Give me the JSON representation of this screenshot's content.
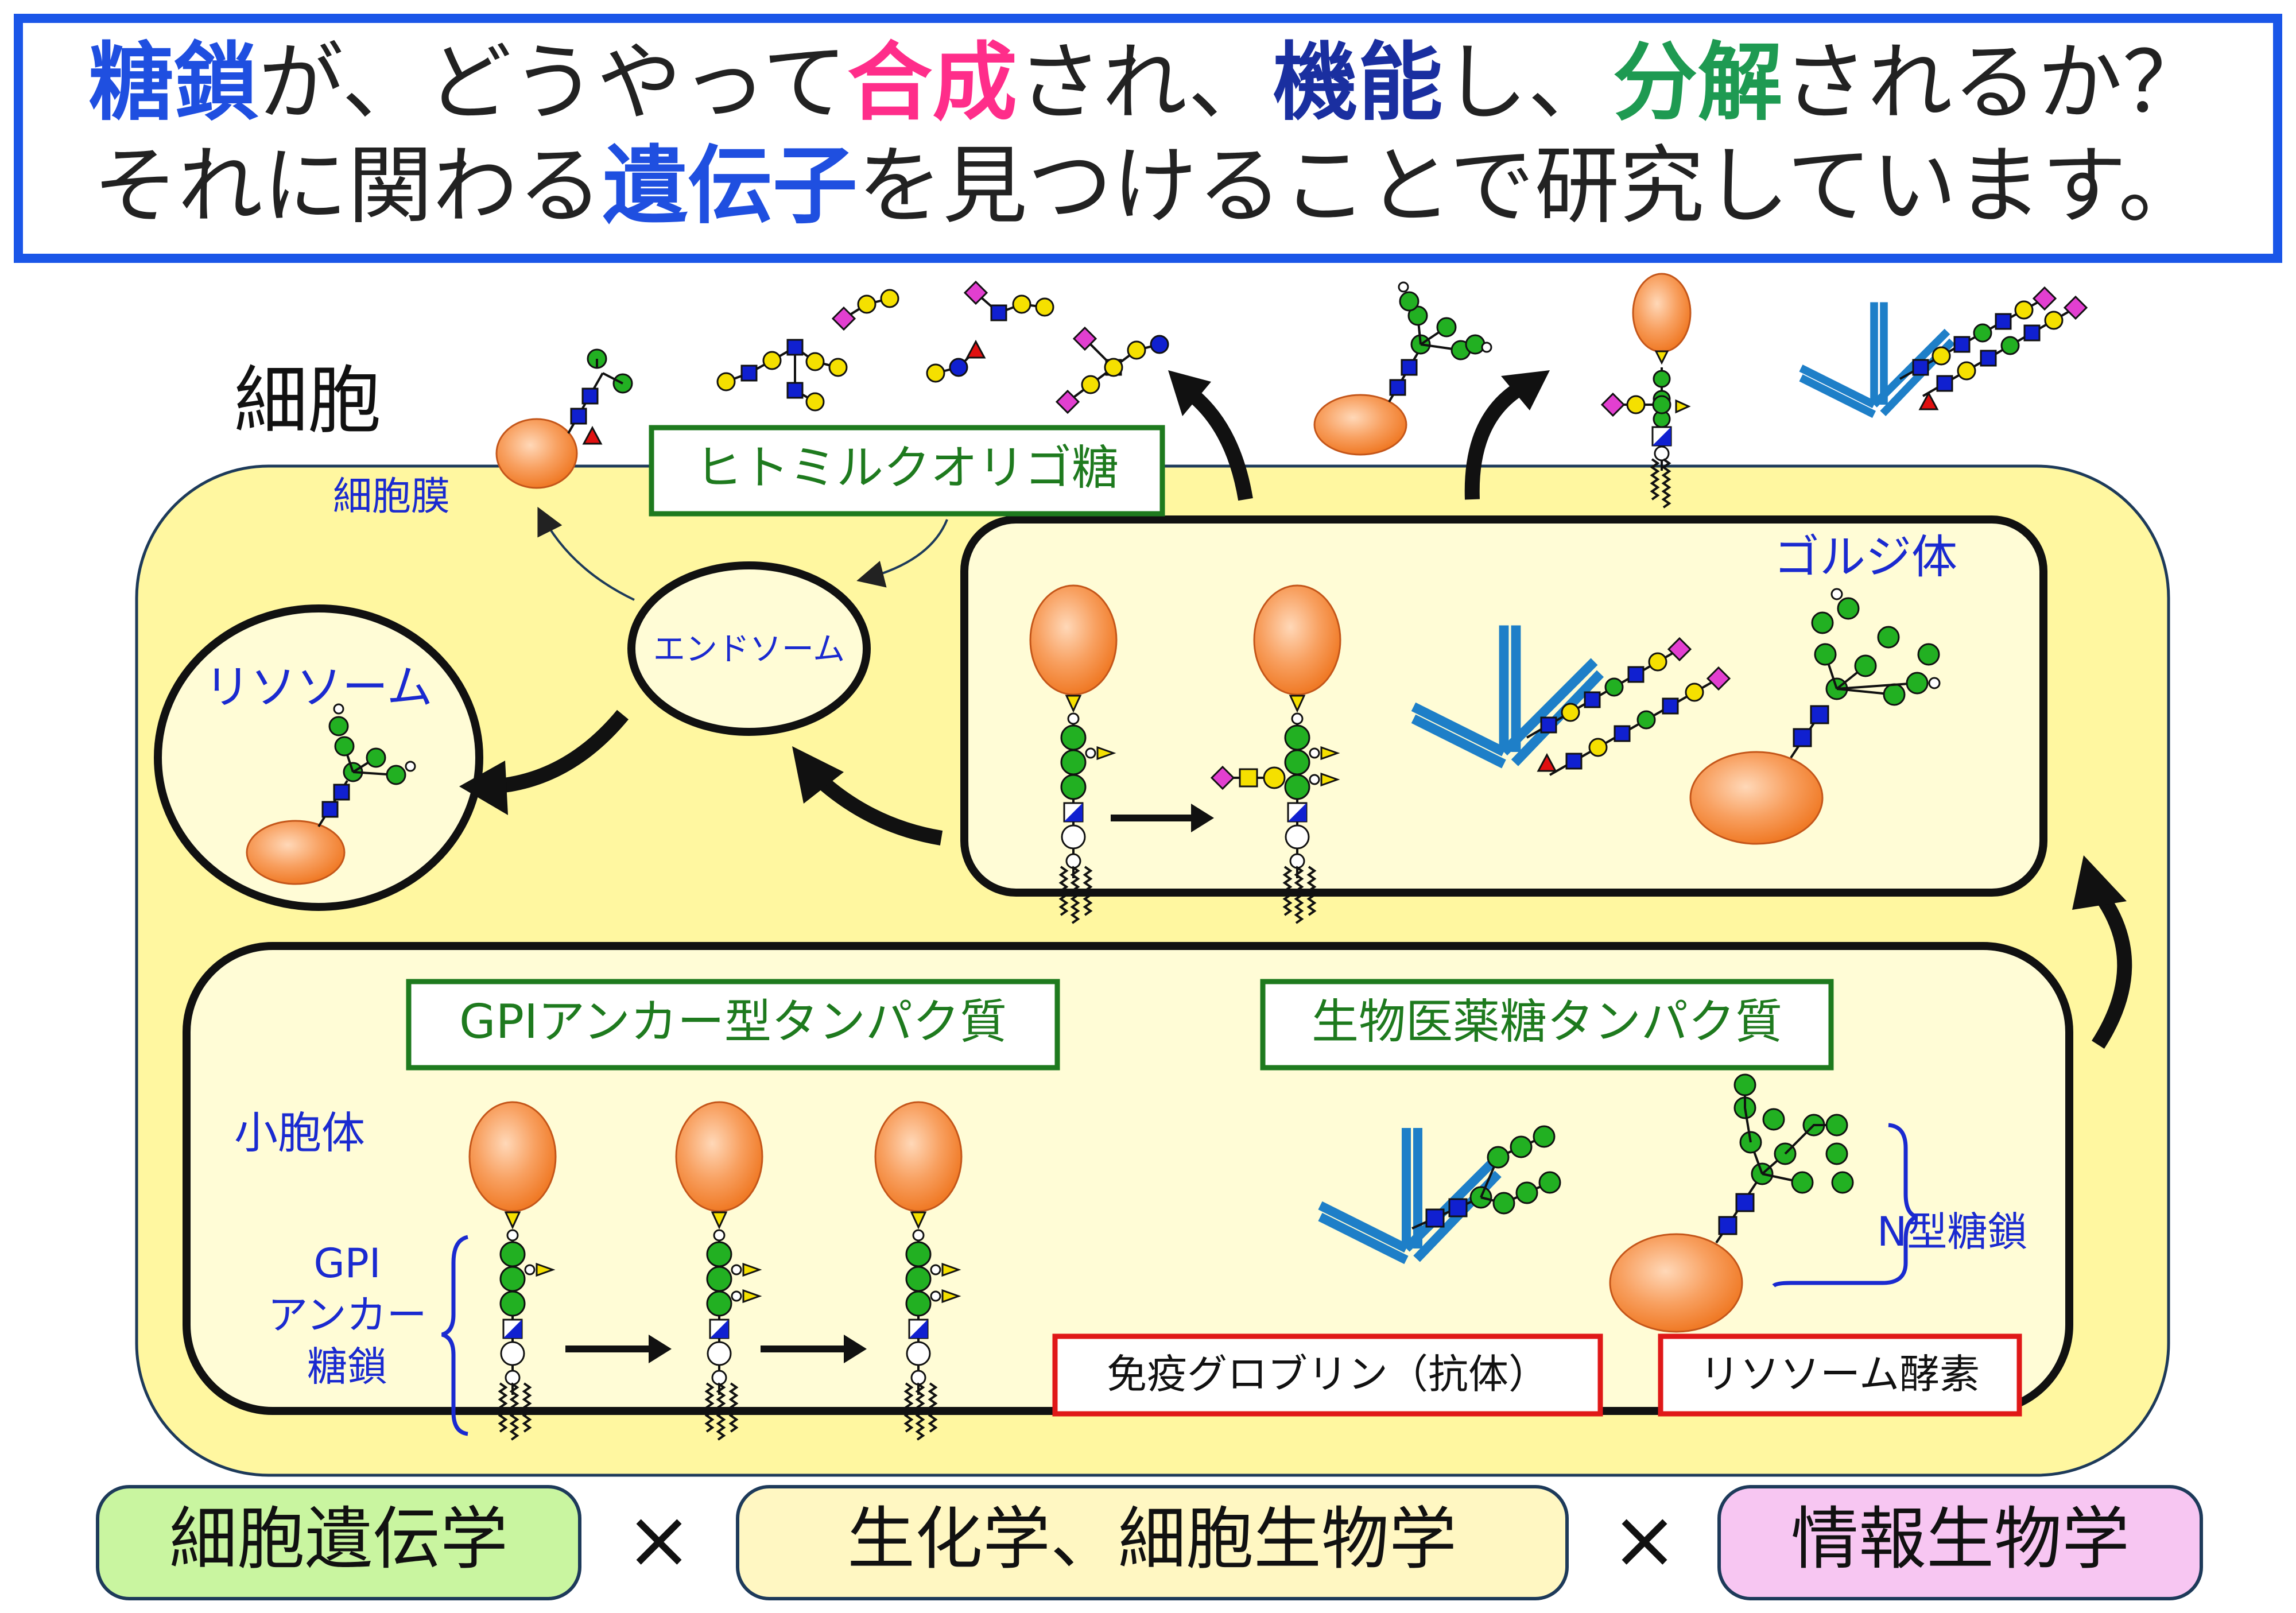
{
  "header": {
    "line1": [
      {
        "text": "糖鎖",
        "color": "#1f4fe0",
        "bold": true
      },
      {
        "text": "が、どうやって",
        "color": "#222222",
        "bold": false
      },
      {
        "text": "合成",
        "color": "#ff2d8a",
        "bold": true
      },
      {
        "text": "され、",
        "color": "#222222",
        "bold": false
      },
      {
        "text": "機能",
        "color": "#1a2fa0",
        "bold": true
      },
      {
        "text": "し、",
        "color": "#222222",
        "bold": false
      },
      {
        "text": "分解",
        "color": "#1e9a52",
        "bold": true
      },
      {
        "text": "されるか？",
        "color": "#222222",
        "bold": false
      }
    ],
    "line2": [
      {
        "text": "それに関わる",
        "color": "#222222",
        "bold": false
      },
      {
        "text": "遺伝子",
        "color": "#1f4fe0",
        "bold": true
      },
      {
        "text": "を見つけることで研究しています。",
        "color": "#222222",
        "bold": false
      }
    ]
  },
  "labels": {
    "cell": "細胞",
    "membrane": "細胞膜",
    "hmo": "ヒトミルクオリゴ糖",
    "golgi": "ゴルジ体",
    "endosome": "エンドソーム",
    "lysosome": "リソソーム",
    "gpi_protein": "GPIアンカー型タンパク質",
    "biopharma": "生物医薬糖タンパク質",
    "er": "小胞体",
    "gpi_glycan_1": "GPI",
    "gpi_glycan_2": "アンカー",
    "gpi_glycan_3": "糖鎖",
    "n_glycan": "N型糖鎖",
    "immunoglobulin": "免疫グロブリン（抗体）",
    "lysosomal_enzyme": "リソソーム酵素"
  },
  "footer": {
    "field1": "細胞遺伝学",
    "times1": "×",
    "field2": "生化学、細胞生物学",
    "times2": "×",
    "field3": "情報生物学"
  },
  "colors": {
    "title_border": "#1a56e8",
    "cell_fill": "#fff7a0",
    "organelle_fill": "#fffcd6",
    "green_box": "#1e7a1e",
    "red_box": "#e01818",
    "label_blue": "#1a2ad0",
    "footer1": "#c9f5a0",
    "footer2": "#fff7c2",
    "footer3": "#f7c6f2",
    "protein": "#f58a3a",
    "glc_green": "#22b022",
    "glcnac_blue": "#1020d0",
    "gal_yellow": "#f5e000",
    "sia_pink": "#e23fd0",
    "fuc_red": "#e01010",
    "antibody": "#1e7fc8"
  },
  "icons": [
    "protein-ellipse",
    "glycan-tree",
    "antibody-y",
    "gpi-anchor",
    "arrow"
  ]
}
